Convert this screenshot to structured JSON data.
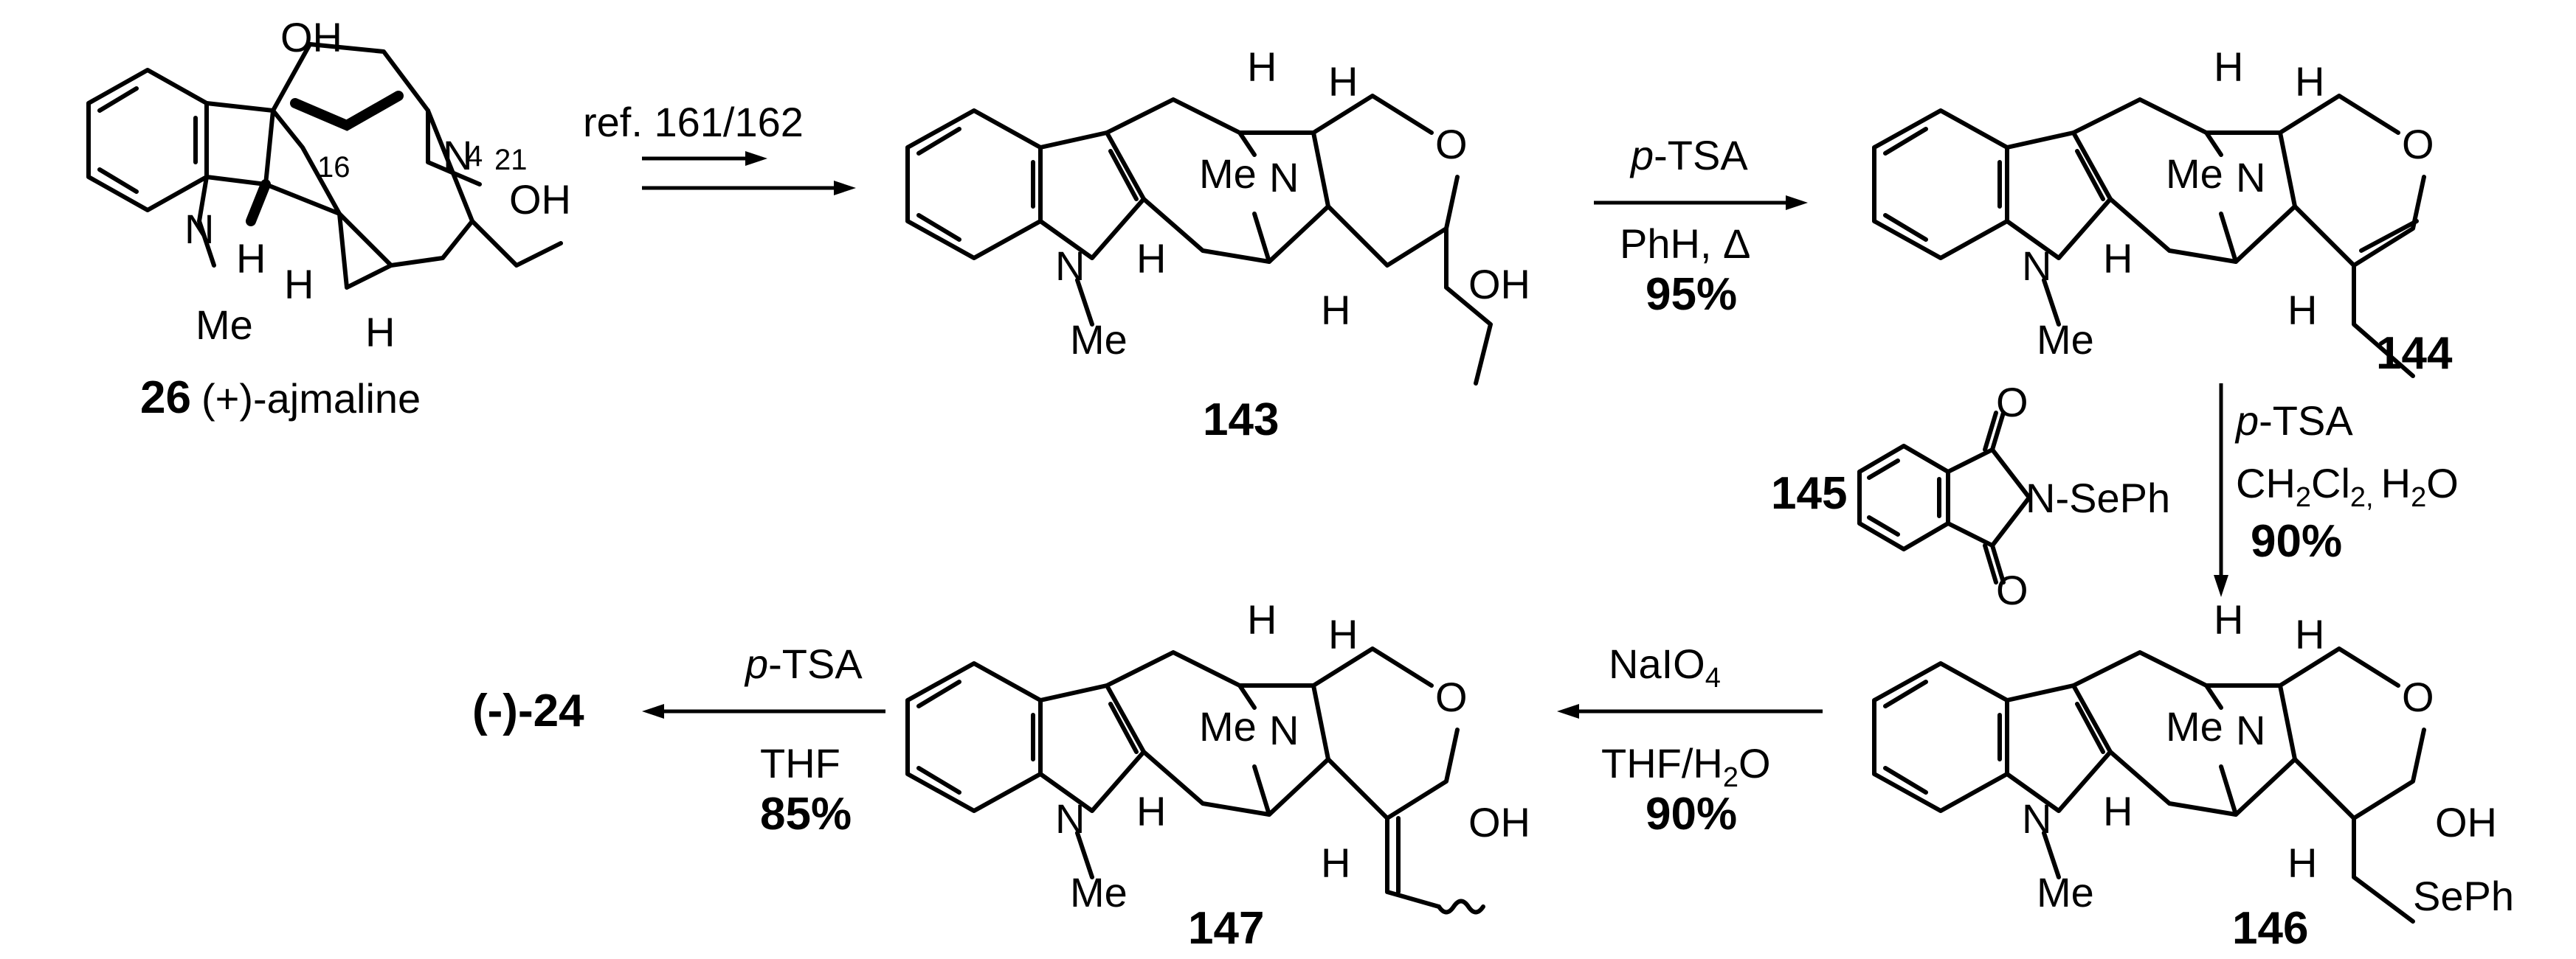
{
  "scheme": {
    "compounds": [
      {
        "id": "26",
        "name": "(+)-ajmaline",
        "substituents": [
          "OH",
          "OH"
        ],
        "locants": [
          "16",
          "4",
          "21"
        ]
      },
      {
        "id": "143",
        "substituents": [
          "OH"
        ]
      },
      {
        "id": "144"
      },
      {
        "id": "145",
        "substituents": [
          "N-SePh"
        ]
      },
      {
        "id": "146",
        "substituents": [
          "OH",
          "SePh"
        ]
      },
      {
        "id": "147",
        "substituents": [
          "OH"
        ]
      },
      {
        "id": "(-)-24"
      }
    ],
    "atoms": {
      "N": "N",
      "Me": "Me",
      "H": "H",
      "O": "O",
      "NMe": "Me"
    },
    "steps": [
      {
        "from": "26",
        "to": "143",
        "reagent": "ref. 161/162"
      },
      {
        "from": "143",
        "to": "144",
        "reagent_prefix": "p",
        "reagent_main": "-TSA",
        "solvent": "PhH, Δ",
        "yield": "95%"
      },
      {
        "from": "144",
        "to": "146",
        "reagent_prefix": "p",
        "reagent_main": "-TSA",
        "solvent_a": "CH",
        "solvent_a_sub1": "2",
        "solvent_b": "Cl",
        "solvent_b_sub": "2,",
        "solvent_c": "H",
        "solvent_c_sub": "2",
        "solvent_d": "O",
        "yield": "90%"
      },
      {
        "from": "146",
        "to": "147",
        "reagent": "NaIO",
        "reagent_sub": "4",
        "solvent_a": "THF/H",
        "solvent_a_sub": "2",
        "solvent_b": "O",
        "yield": "90%"
      },
      {
        "from": "147",
        "to": "(-)-24",
        "reagent_prefix": "p",
        "reagent_main": "-TSA",
        "solvent": "THF",
        "yield": "85%"
      }
    ]
  }
}
